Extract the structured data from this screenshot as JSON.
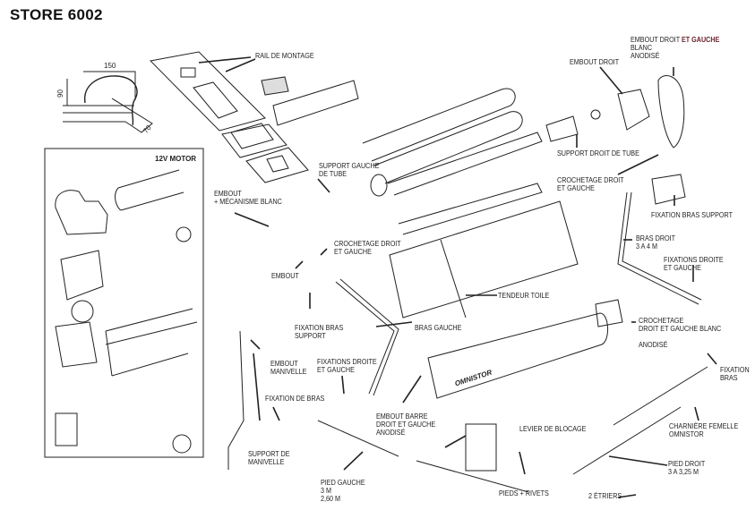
{
  "title": "STORE 6002",
  "dimensions": {
    "width_mm": "150",
    "height_mm": "90",
    "depth_mm": "70"
  },
  "motor_box": {
    "title": "12V MOTOR"
  },
  "brand_on_bar": "OMNISTOR",
  "parts": {
    "rail_de_montage": "RAIL DE MONTAGE",
    "support_gauche_tube": "SUPPORT GAUCHE\nDE TUBE",
    "embout_mecanisme": "EMBOUT\n+ MÉCANISME BLANC",
    "embout": "EMBOUT",
    "crochetage_gauche": "CROCHETAGE DROIT\nET GAUCHE",
    "fixation_bras_support_left": "FIXATION BRAS\nSUPPORT",
    "embout_manivelle": "EMBOUT\nMANIVELLE",
    "fixations_droite_gauche_left": "FIXATIONS DROITE\nET GAUCHE",
    "fixation_de_bras": "FIXATION DE BRAS",
    "support_manivelle": "SUPPORT DE\nMANIVELLE",
    "bras_gauche": "BRAS GAUCHE",
    "tendeur_toile": "TENDEUR TOILE",
    "embout_barre": "EMBOUT BARRE\nDROIT ET GAUCHE\nANODISÉ",
    "pied_gauche": "PIED GAUCHE\n3 M\n2,60 M",
    "levier_blocage": "LEVIER DE BLOCAGE",
    "pieds_rivets": "PIEDS + RIVETS",
    "embout_droit": "EMBOUT DROIT",
    "embout_droit_gauche_prefix": "EMBOUT DROIT ",
    "embout_droit_gauche_red": "ET GAUCHE",
    "embout_droit_gauche_rest": "BLANC\nANODISÉ",
    "support_droit_tube": "SUPPORT DROIT DE TUBE",
    "crochetage_droit": "CROCHETAGE DROIT\nET GAUCHE",
    "fixation_bras_support_right": "FIXATION BRAS SUPPORT",
    "bras_droit": "BRAS DROIT\n3 A 4 M",
    "fixations_droite_gauche_right": "FIXATIONS DROITE\nET GAUCHE",
    "crochetage_blanc": "CROCHETAGE\nDROIT ET GAUCHE BLANC",
    "anodise": "ANODISÉ",
    "fixation_bras": "FIXATION\nBRAS",
    "charniere": "CHARNIÈRE FEMELLE\nOMNISTOR",
    "pied_droit": "PIED DROIT\n3 A 3,25 M",
    "etriers": "2 ÉTRIERS"
  }
}
